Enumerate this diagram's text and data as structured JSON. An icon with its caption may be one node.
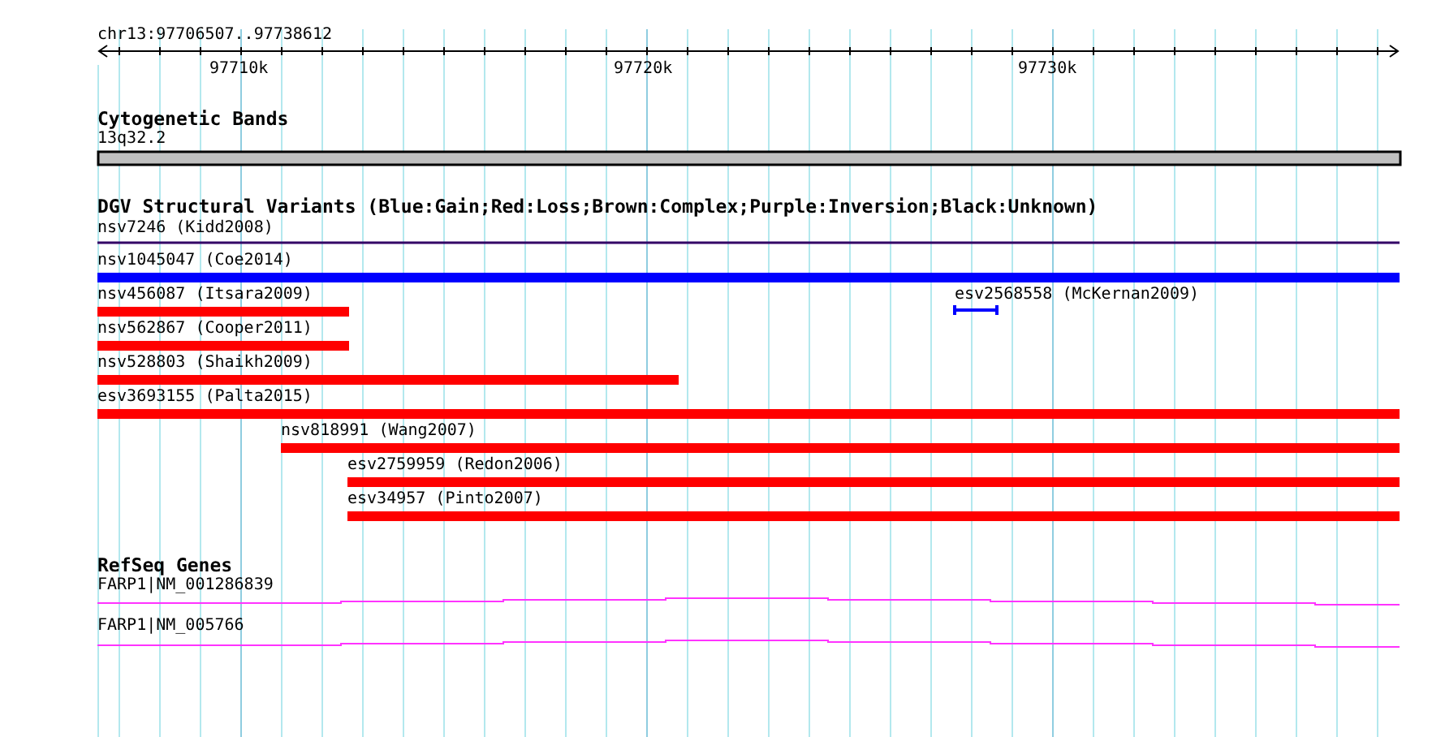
{
  "diagram": {
    "nodes": [
      {
        "text": [
          "13q32.2"
        ]
      },
      {
        "text": [
          "nsv7246 (Kidd2008)"
        ]
      },
      {
        "text": [
          "nsv1045047 (Coe2014)"
        ]
      },
      {
        "text": [
          "nsv456087 (Itsara2009)"
        ]
      },
      {
        "text": [
          "esv2568558 (McKernan2009)"
        ]
      },
      {
        "text": [
          "nsv562867 (Cooper2011)"
        ]
      },
      {
        "text": [
          "nsv528803 (Shaikh2009)"
        ]
      },
      {
        "text": [
          "esv3693155 (Palta2015)"
        ]
      },
      {
        "text": [
          "nsv818991 (Wang2007)"
        ]
      },
      {
        "text": [
          "esv2759959 (Redon2006)"
        ]
      },
      {
        "text": [
          "esv34957 (Pinto2007)"
        ]
      },
      {
        "text": [
          "FARP1|NM_001286839"
        ]
      },
      {
        "text": [
          "FARP1|NM_005766"
        ]
      }
    ],
    "labels": [
      "chr13:97706507..97738612",
      "97710k",
      "97720k",
      "97730k",
      "Cytogenetic Bands",
      "DGV Structural Variants (Blue:Gain;Red:Loss;Brown:Complex;Purple:Inversion;Black:Unknown)",
      "RefSeq Genes"
    ]
  }
}
